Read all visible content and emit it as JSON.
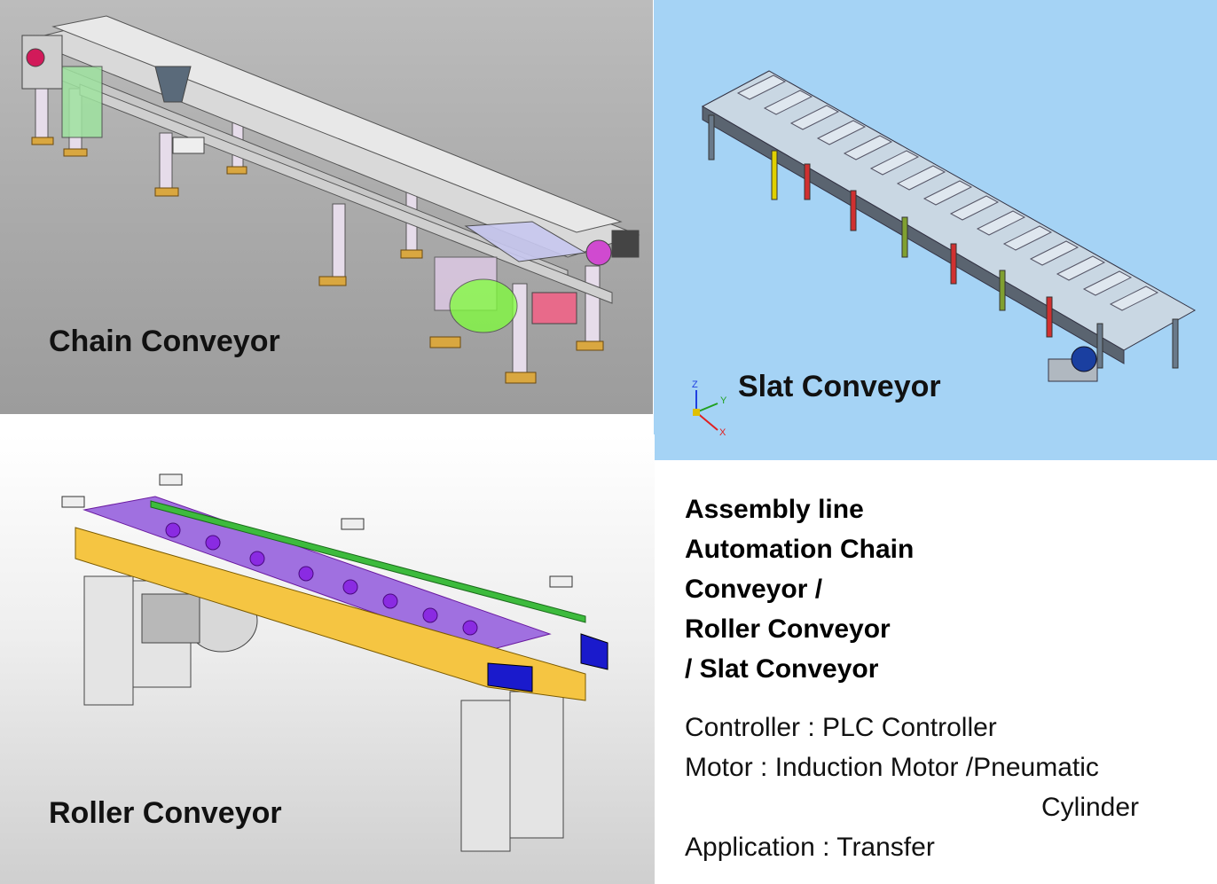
{
  "panels": {
    "chain": {
      "caption": "Chain Conveyor"
    },
    "slat": {
      "caption": "Slat Conveyor",
      "axes": {
        "z": "Z",
        "y": "Y",
        "x": "X"
      }
    },
    "roller": {
      "caption": "Roller Conveyor"
    }
  },
  "info": {
    "title_lines": [
      "Assembly line",
      "Automation Chain",
      "Conveyor /",
      "Roller Conveyor",
      "/  Slat Conveyor"
    ],
    "specs": {
      "controller": "Controller : PLC Controller",
      "motor": "Motor : Induction Motor /Pneumatic",
      "motor_cont": "Cylinder",
      "application": "Application : Transfer"
    }
  },
  "colors": {
    "chain_bg": "#a9a9a9",
    "slat_bg": "#a5d3f5",
    "roller_frame": "#f5c542",
    "roller_accent": "#1a1acc",
    "roller_roller": "#8a2be2"
  }
}
